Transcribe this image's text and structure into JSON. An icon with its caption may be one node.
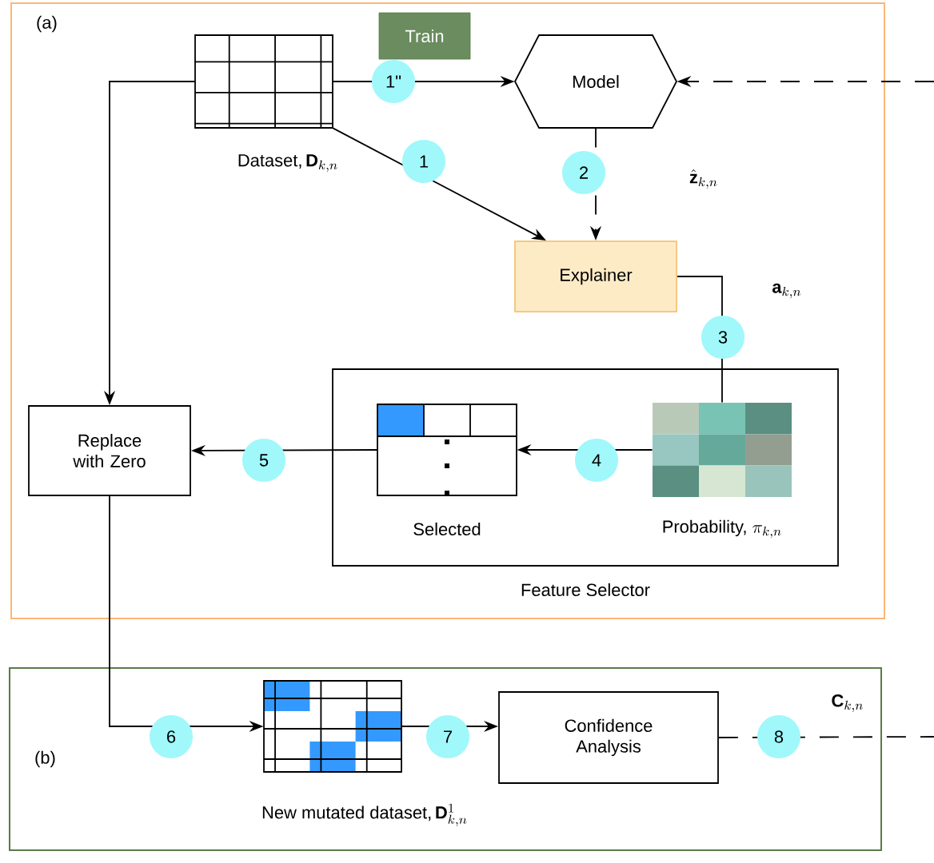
{
  "diagram": {
    "nodes": [
      {
        "text": [
          "(a)"
        ]
      },
      {
        "text": [
          "Dataset,",
          "\\mathbf{D}_{k,n}"
        ],
        "in": 0
      },
      {
        "text": [
          "Train"
        ],
        "in": 0
      },
      {
        "text": [
          "Model"
        ],
        "in": 0
      },
      {
        "text": [
          "Explainer"
        ],
        "in": 0
      },
      {
        "text": [
          "Feature Selector"
        ],
        "in": 0
      },
      {
        "text": [
          "Selected"
        ],
        "in": 5
      },
      {
        "text": [
          "Probability,",
          "\\pi_{k,n}"
        ],
        "in": 5
      },
      {
        "text": [
          "Replace with Zero"
        ],
        "in": 0
      },
      {
        "text": [
          "(b)"
        ]
      },
      {
        "text": [
          "New mutated dataset,",
          "\\mathbf{D}^{1}_{k,n}"
        ],
        "in": 9
      },
      {
        "text": [
          "Confidence Analysis"
        ],
        "in": 9
      }
    ],
    "edges": [
      {
        "from": 1,
        "to": 3,
        "arrow": "to",
        "label": "1\""
      },
      {
        "from": 1,
        "to": 8,
        "arrow": "to"
      },
      {
        "from": null,
        "to": 3,
        "arrow": "to",
        "style": "dashed"
      },
      {
        "from": 1,
        "to": 4,
        "arrow": "to",
        "label": "1"
      },
      {
        "from": 3,
        "to": 4,
        "arrow": "to",
        "label": "2",
        "style": "dashed"
      },
      {
        "from": 4,
        "to": 7,
        "arrow": "none",
        "label": "3"
      },
      {
        "from": 7,
        "to": 6,
        "arrow": "to",
        "label": "4"
      },
      {
        "from": 6,
        "to": 8,
        "arrow": "to",
        "label": "5"
      },
      {
        "from": 8,
        "to": 10,
        "arrow": "to",
        "label": "6"
      },
      {
        "from": 10,
        "to": 11,
        "arrow": "to",
        "label": "7"
      },
      {
        "from": 11,
        "to": null,
        "arrow": "none",
        "label": "8",
        "style": "dashed"
      }
    ],
    "labels": [
      "\\hat{\\mathbf{z}}_{k,n}",
      "\\mathbf{a}_{k,n}",
      "\\mathbf{C}_{k,n}"
    ]
  }
}
